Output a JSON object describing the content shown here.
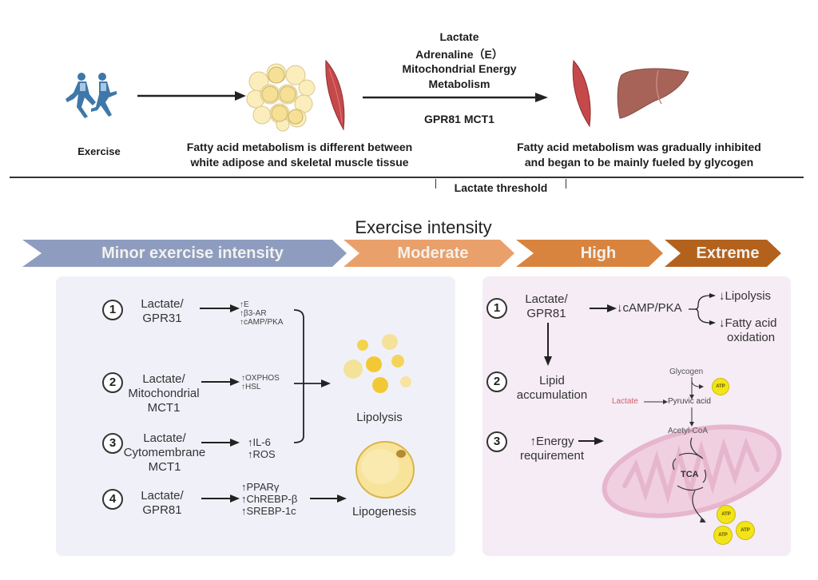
{
  "top": {
    "exercise_label": "Exercise",
    "left_caption": [
      "Fatty acid metabolism is different between",
      "white adipose and skeletal muscle tissue"
    ],
    "arrow_labels_above": [
      "Lactate",
      "Adrenaline（E）",
      "Mitochondrial Energy",
      "Metabolism"
    ],
    "arrow_label_below": "GPR81 MCT1",
    "right_caption": [
      "Fatty acid metabolism was gradually inhibited",
      "and began to be mainly fueled by glycogen"
    ],
    "threshold_label": "Lactate threshold"
  },
  "intensity": {
    "title": "Exercise intensity",
    "stages": [
      {
        "label": "Minor exercise intensity",
        "color": "#8e9dbf"
      },
      {
        "label": "Moderate",
        "color": "#e9a06a"
      },
      {
        "label": "High",
        "color": "#d8843f"
      },
      {
        "label": "Extreme",
        "color": "#b3621e"
      }
    ]
  },
  "left_panel": {
    "items": [
      {
        "num": "1",
        "source": [
          "Lactate/",
          "GPR31"
        ],
        "effects": [
          "↑E",
          "↑β3-AR",
          "↑cAMP/PKA"
        ]
      },
      {
        "num": "2",
        "source": [
          "Lactate/",
          "Mitochondrial",
          "MCT1"
        ],
        "effects": [
          "↑OXPHOS",
          "↑HSL"
        ]
      },
      {
        "num": "3",
        "source": [
          "Lactate/",
          "Cytomembrane",
          "MCT1"
        ],
        "effects": [
          "↑IL-6",
          "↑ROS"
        ]
      },
      {
        "num": "4",
        "source": [
          "Lactate/",
          "GPR81"
        ],
        "effects": [
          "↑PPARγ",
          "↑ChREBP-β",
          "↑SREBP-1c"
        ]
      }
    ],
    "lipolysis_label": "Lipolysis",
    "lipogenesis_label": "Lipogenesis"
  },
  "right_panel": {
    "item1": {
      "num": "1",
      "source": [
        "Lactate/",
        "GPR81"
      ],
      "mediator": "↓cAMP/PKA",
      "outcomes": [
        "↓Lipolysis",
        "↓Fatty acid",
        "oxidation"
      ]
    },
    "item2": {
      "num": "2",
      "label": [
        "Lipid",
        "accumulation"
      ]
    },
    "item3": {
      "num": "3",
      "label": [
        "↑Energy",
        "requirement"
      ]
    },
    "pathway": {
      "glycogen": "Glycogen",
      "lactate": "Lactate",
      "pyruvic": "Pyruvic acid",
      "acetyl": "Acetyl-CoA",
      "tca": "TCA",
      "atp": "ATP"
    }
  }
}
